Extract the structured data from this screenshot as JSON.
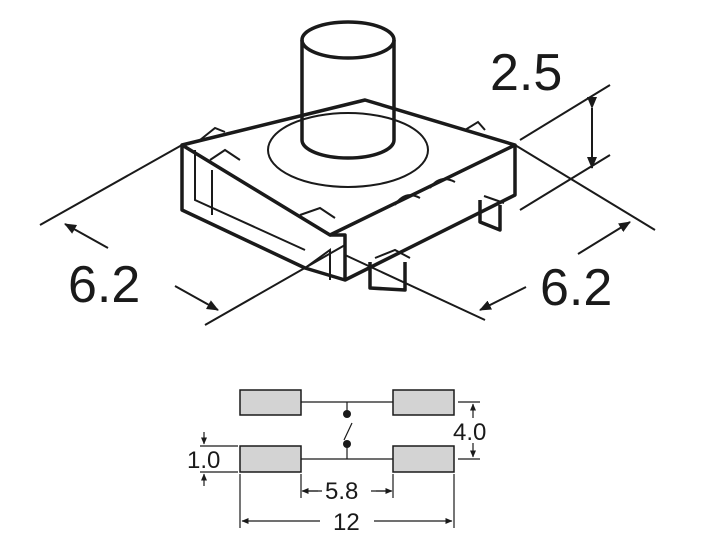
{
  "isometric": {
    "height_dim": "2.5",
    "width_left_dim": "6.2",
    "width_right_dim": "6.2"
  },
  "footprint": {
    "pad_height_dim": "1.0",
    "row_spacing_dim": "4.0",
    "inner_span_dim": "5.8",
    "outer_span_dim": "12"
  },
  "colors": {
    "line": "#1a1a1a",
    "pad_fill": "#d3d3d3"
  }
}
